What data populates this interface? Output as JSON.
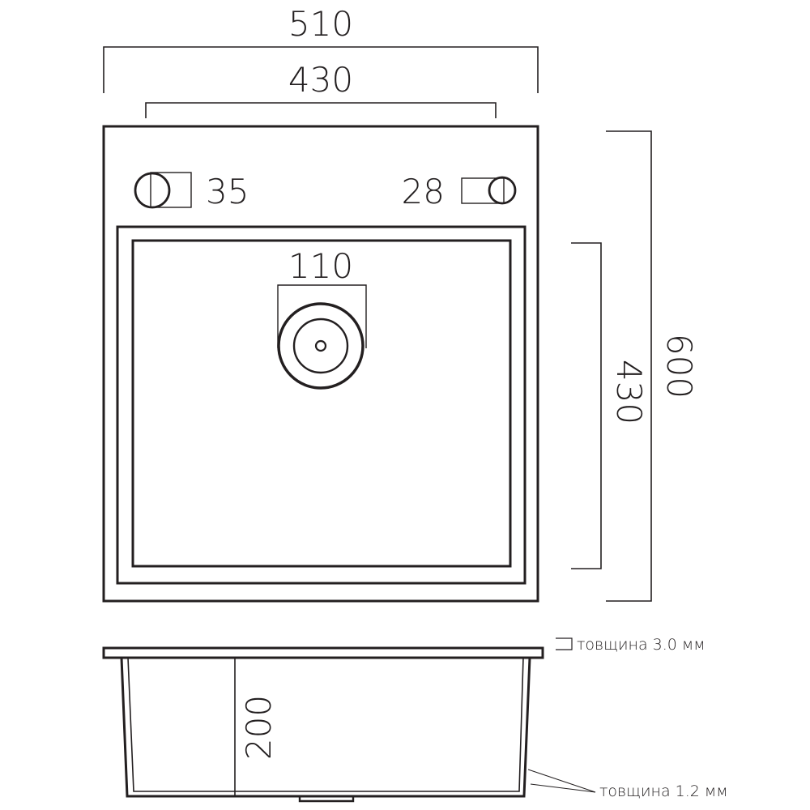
{
  "dimensions": {
    "overall_width": "510",
    "bowl_width": "430",
    "overall_depth": "600",
    "bowl_depth": "430",
    "drain_diameter": "110",
    "tap_hole": "35",
    "accessory_hole": "28",
    "bowl_height": "200"
  },
  "notes": {
    "top_thickness": "товщина 3.0 мм",
    "bowl_thickness": "товщина 1.2 мм"
  },
  "colors": {
    "stroke": "#231f20",
    "background": "#ffffff"
  }
}
